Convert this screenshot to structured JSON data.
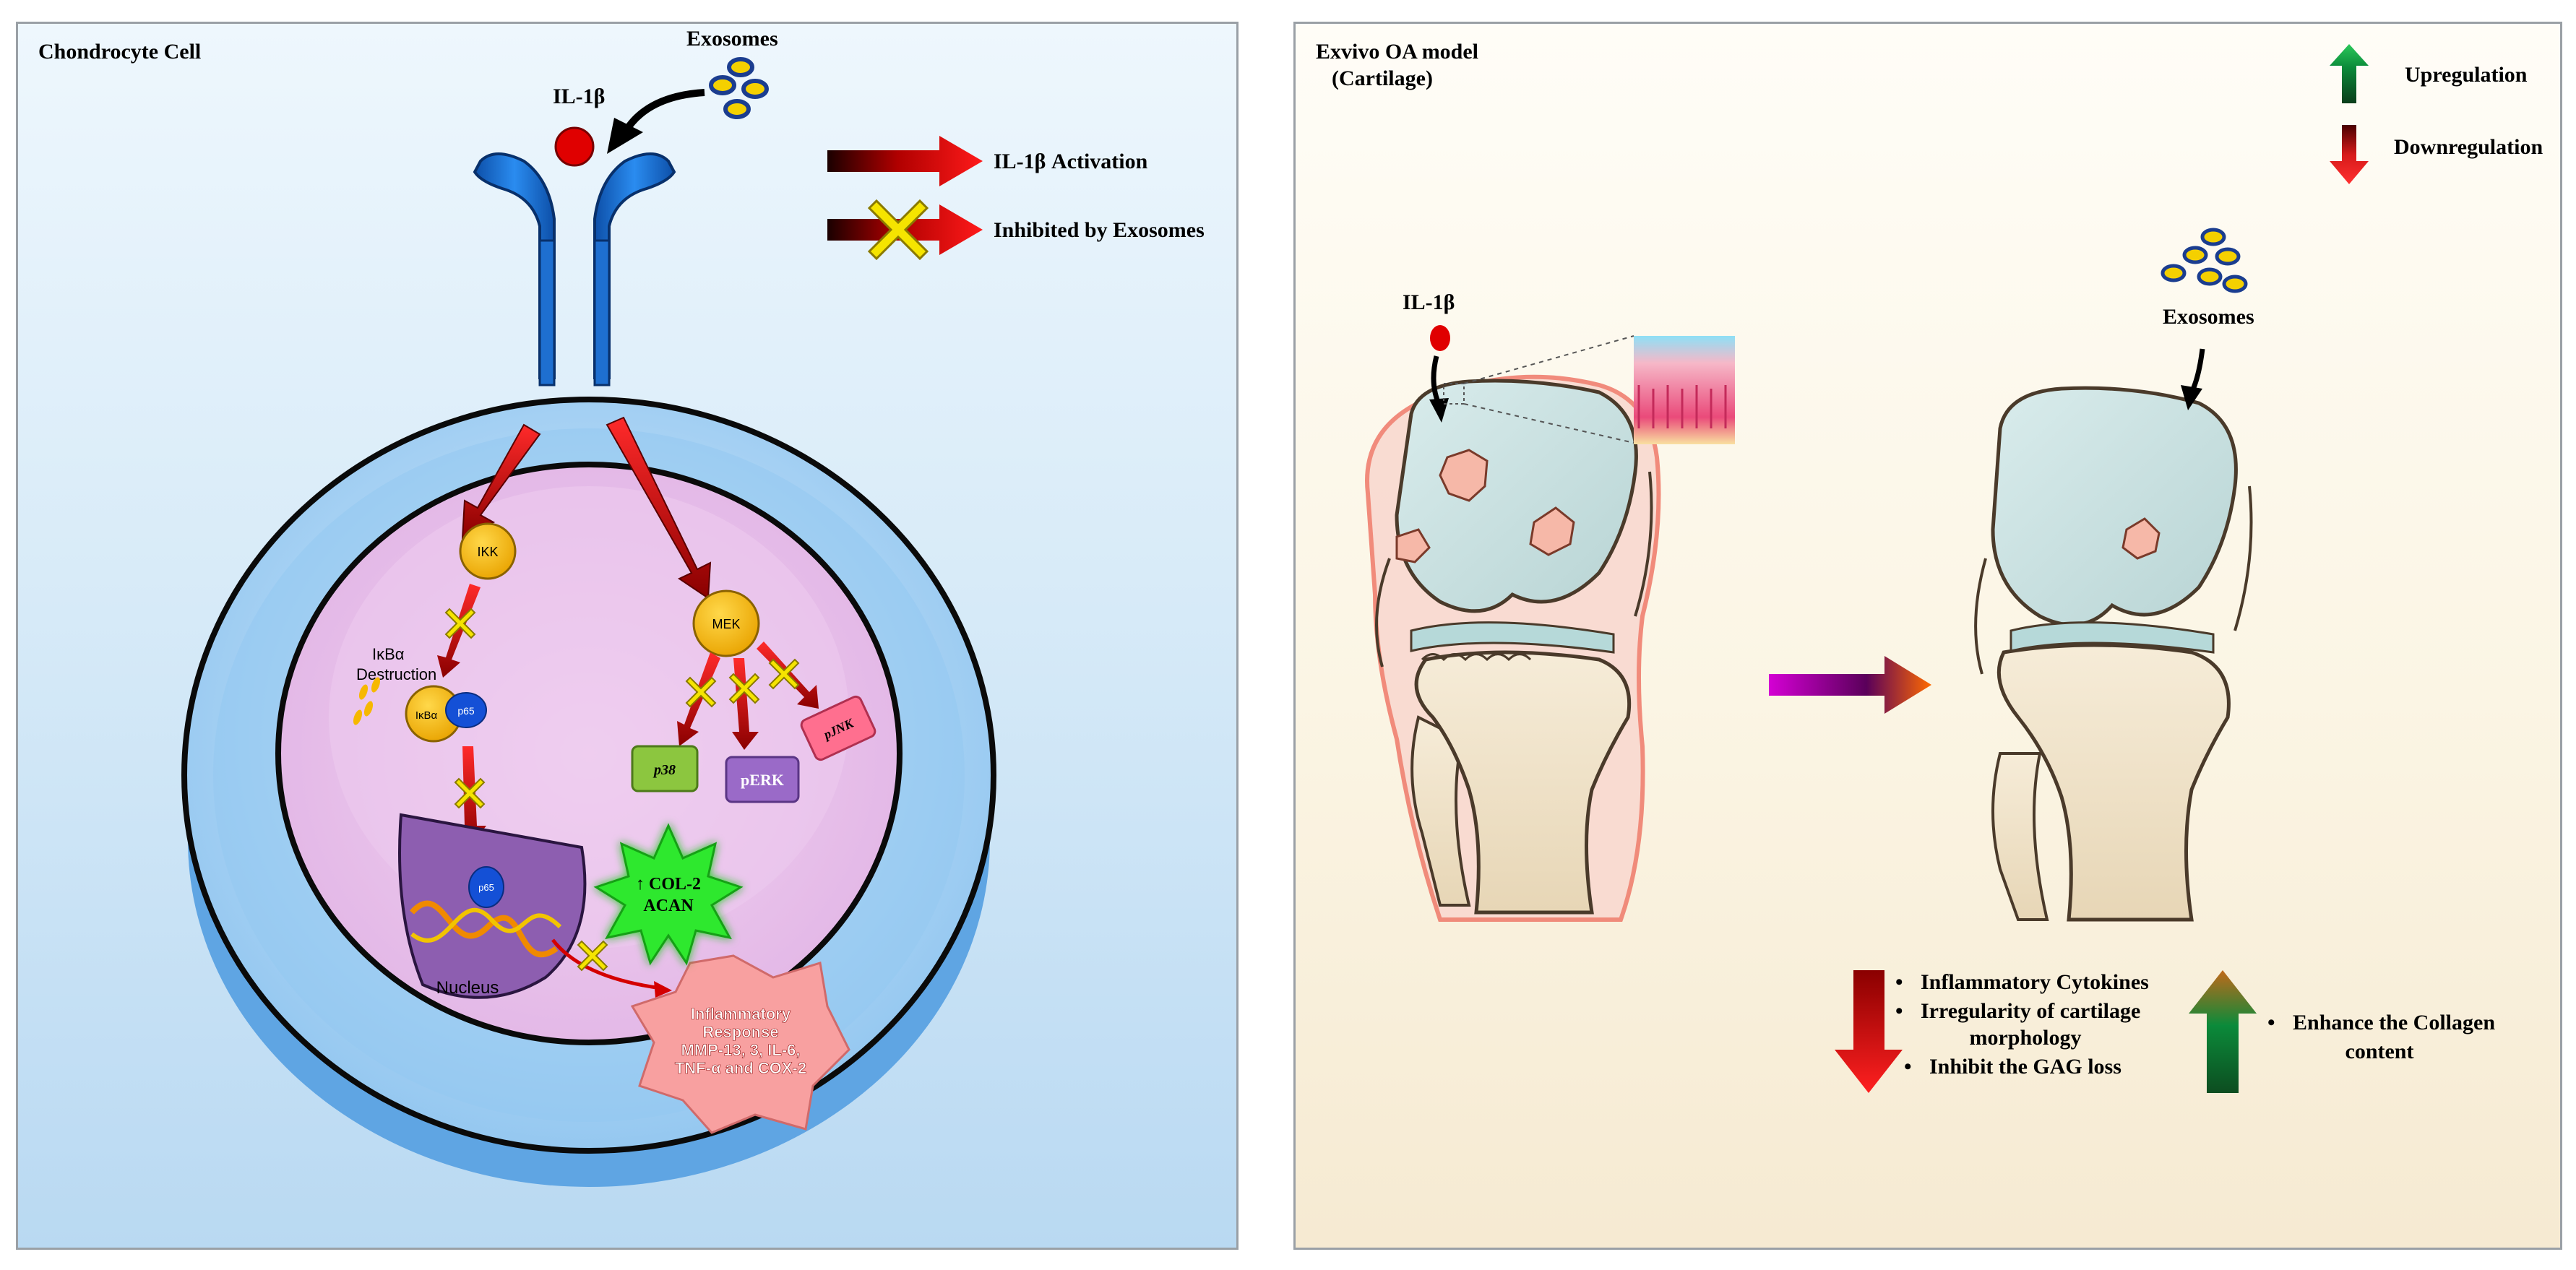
{
  "left": {
    "title": "Chondrocyte Cell",
    "exosomes": "Exosomes",
    "il1b": "IL-1β",
    "legend_activation": "IL-1β Activation",
    "legend_inhibited": "Inhibited by Exosomes",
    "ikk": "IKK",
    "ikba_destruction_1": "IκBα",
    "ikba_destruction_2": "Destruction",
    "ikba": "IκBα",
    "p65": "p65",
    "nucleus": "Nucleus",
    "mek": "MEK",
    "p38": "p38",
    "perk": "pERK",
    "pjnk": "pJNK",
    "col2": "↑ COL-2",
    "acan": "ACAN",
    "inflam_1": "Inflammatory",
    "inflam_2": "Response",
    "inflam_3": "MMP-13, 3, IL-6,",
    "inflam_4": "TNF-α and COX-2"
  },
  "right": {
    "title_1": "Exvivo OA model",
    "title_2": "(Cartilage)",
    "upregulation": "Upregulation",
    "downregulation": "Downregulation",
    "il1b": "IL-1β",
    "exosomes": "Exosomes",
    "down_items": [
      "Inflammatory Cytokines",
      "Irregularity of cartilage",
      "morphology",
      "Inhibit the GAG loss"
    ],
    "up_item_1": "Enhance the Collagen",
    "up_item_2": "content"
  },
  "colors": {
    "activation_red": "#d40000",
    "inhibit_yellow": "#f5e400",
    "receptor_blue": "#1a73d9",
    "kinase_orange": "#f6b800",
    "up_green": "#0b8a3a",
    "down_red": "#d61a1a"
  }
}
